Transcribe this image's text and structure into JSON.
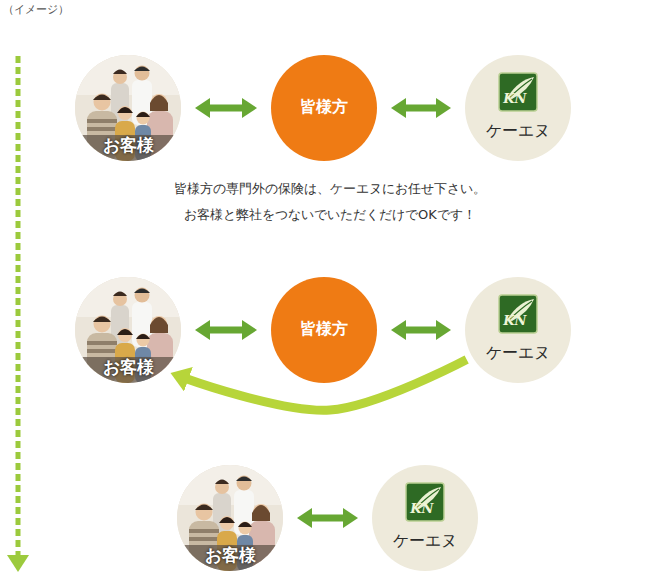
{
  "diagram": {
    "nodes": [
      {
        "text": [
          "お客様"
        ]
      },
      {
        "text": [
          "皆様方"
        ]
      },
      {
        "text": [
          "KN",
          "ケーエヌ"
        ]
      },
      {
        "text": [
          "お客様"
        ]
      },
      {
        "text": [
          "皆様方"
        ]
      },
      {
        "text": [
          "KN",
          "ケーエヌ"
        ]
      },
      {
        "text": [
          "お客様"
        ]
      },
      {
        "text": [
          "KN",
          "ケーエヌ"
        ]
      }
    ],
    "edges": [
      {
        "from": 0,
        "to": 1,
        "arrow": "both"
      },
      {
        "from": 1,
        "to": 2,
        "arrow": "both"
      },
      {
        "from": 3,
        "to": 4,
        "arrow": "both"
      },
      {
        "from": 4,
        "to": 5,
        "arrow": "both"
      },
      {
        "from": 5,
        "to": 3,
        "arrow": "to"
      },
      {
        "from": 6,
        "to": 7,
        "arrow": "both"
      }
    ],
    "labels": [
      "（イメージ）",
      "皆様方の専門外の保険は、ケーエヌにお任せ下さい。",
      "お客様と弊社をつないでいただくだけでOKです！"
    ]
  }
}
